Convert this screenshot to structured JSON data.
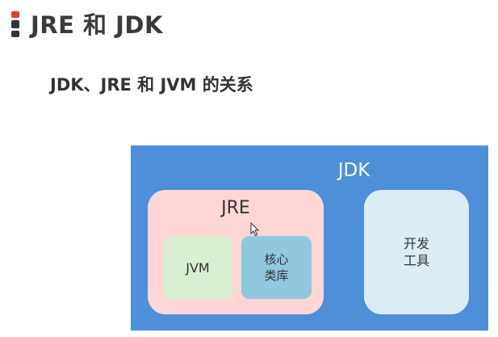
{
  "header": {
    "title": "JRE 和 JDK"
  },
  "content": {
    "subtitle": "JDK、JRE 和 JVM 的关系",
    "diagram": {
      "jdk_label": "JDK",
      "jre_label": "JRE",
      "jvm_label": "JVM",
      "core_lib_line1": "核心",
      "core_lib_line2": "类库",
      "dev_tools_line1": "开发",
      "dev_tools_line2": "工具"
    }
  },
  "colors": {
    "accent_red": "#e53a2f",
    "jdk_blue": "#4d8fd9",
    "jre_pink": "#ffd6d6",
    "jvm_green": "#d9efd2",
    "lib_blue": "#8fc8df",
    "tools_light": "#dcedf5"
  },
  "icons": {
    "title_marker": "slide-title-bullet-icon",
    "pointer": "mouse-cursor-icon"
  }
}
